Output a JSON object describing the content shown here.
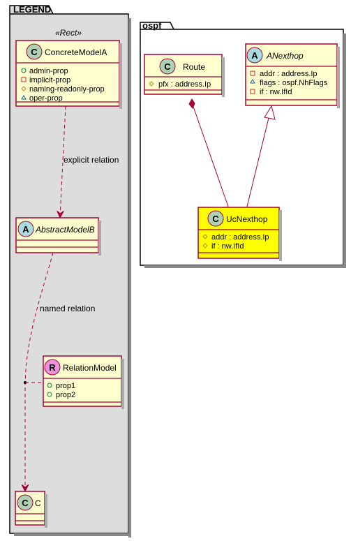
{
  "legend": {
    "title": "LEGEND",
    "stereotype": "«Rect»",
    "edge_explicit": "explicit relation",
    "edge_named": "named relation",
    "classes": {
      "concrete": {
        "kind": "C",
        "name": "ConcreteModelA",
        "members": [
          {
            "vis": "+",
            "text": "admin-prop"
          },
          {
            "vis": "-",
            "text": "implicit-prop"
          },
          {
            "vis": "#",
            "text": "naming-readonly-prop"
          },
          {
            "vis": "~",
            "text": "oper-prop"
          }
        ]
      },
      "abstract": {
        "kind": "A",
        "name": "AbstractModelB"
      },
      "relation": {
        "kind": "R",
        "name": "RelationModel",
        "members": [
          {
            "vis": "+",
            "text": "prop1"
          },
          {
            "vis": "+",
            "text": "prop2"
          }
        ]
      },
      "c": {
        "kind": "C",
        "name": "C"
      }
    }
  },
  "ospf": {
    "title": "ospf",
    "classes": {
      "route": {
        "kind": "C",
        "name": "Route",
        "members": [
          {
            "vis": "#",
            "text": "pfx : address.Ip"
          }
        ]
      },
      "anexthop": {
        "kind": "A",
        "name": "ANexthop",
        "members": [
          {
            "vis": "-",
            "text": "addr : address.Ip"
          },
          {
            "vis": "~",
            "text": "flags : ospf.NhFlags"
          },
          {
            "vis": "-",
            "text": "if : nw.IfId"
          }
        ]
      },
      "ucnexthop": {
        "kind": "C",
        "name": "UcNexthop",
        "members": [
          {
            "vis": "#",
            "text": "addr : address.Ip"
          },
          {
            "vis": "#",
            "text": "if : nw.IfId"
          }
        ]
      }
    }
  },
  "colors": {
    "class_fill": "#FEFECE",
    "class_border": "#A80036",
    "highlight_fill": "#FFFF00",
    "legend_bg": "#DDDDDD",
    "circle_class": "#ADD1B2",
    "circle_abstract": "#A9DCDF",
    "circle_relation": "#EB93DF"
  }
}
